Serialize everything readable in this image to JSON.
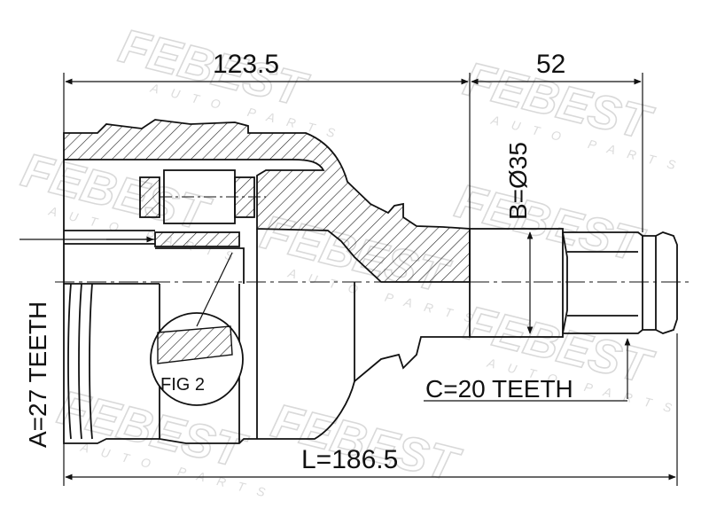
{
  "watermark": {
    "brand": "FEBEST",
    "tagline": "AUTO PARTS"
  },
  "dimensions": {
    "top_left": "123.5",
    "top_right": "52",
    "diameter": "B=Ø35",
    "inner_teeth": "A=27 TEETH",
    "outer_teeth": "C=20 TEETH",
    "length": "L=186.5",
    "figure_label": "FIG 2"
  }
}
